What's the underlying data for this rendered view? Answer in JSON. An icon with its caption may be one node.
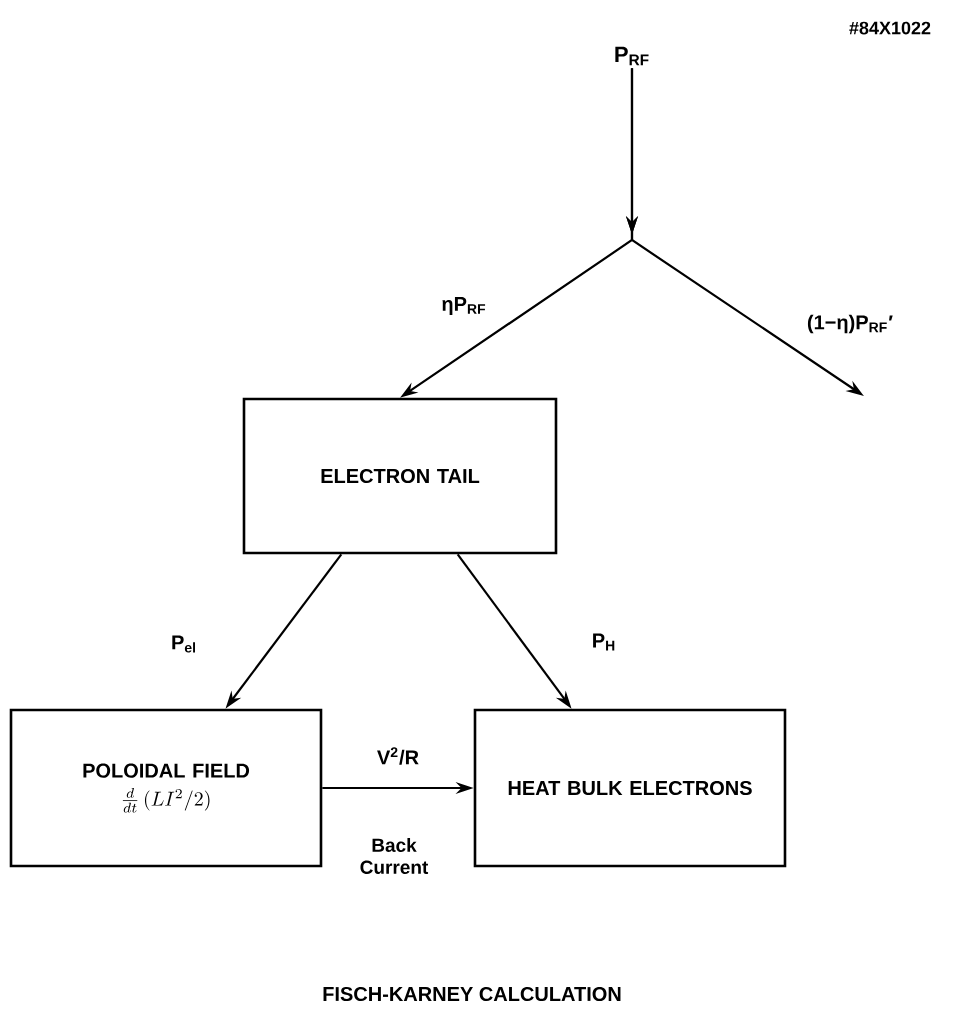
{
  "diagram": {
    "caption": "FISCH-KARNEY CALCULATION",
    "nodes": [
      {
        "text": [
          "P$_{RF}$"
        ]
      },
      {
        "text": [
          "ELECTRON TAIL"
        ]
      },
      {
        "text": [
          "POLOIDAL FIELD",
          "\\frac{d}{dt}\\,(LI^{2}/2)"
        ]
      },
      {
        "text": [
          "HEAT BULK ELECTRONS"
        ]
      }
    ],
    "edges": [
      {
        "from": 0,
        "to": 1,
        "arrow": "to",
        "label": "ηP$_{RF}$"
      },
      {
        "from": 0,
        "to": null,
        "arrow": "to",
        "label": "(1−η)P$_{RF}$′"
      },
      {
        "from": 1,
        "to": 2,
        "arrow": "to",
        "label": "P$_{el}$"
      },
      {
        "from": 1,
        "to": 3,
        "arrow": "to",
        "label": "P$_{H}$"
      },
      {
        "from": 2,
        "to": 3,
        "arrow": "to",
        "label": "V$^{2}$/R"
      }
    ],
    "labels": [
      "#84X1022",
      "Back Current"
    ]
  }
}
